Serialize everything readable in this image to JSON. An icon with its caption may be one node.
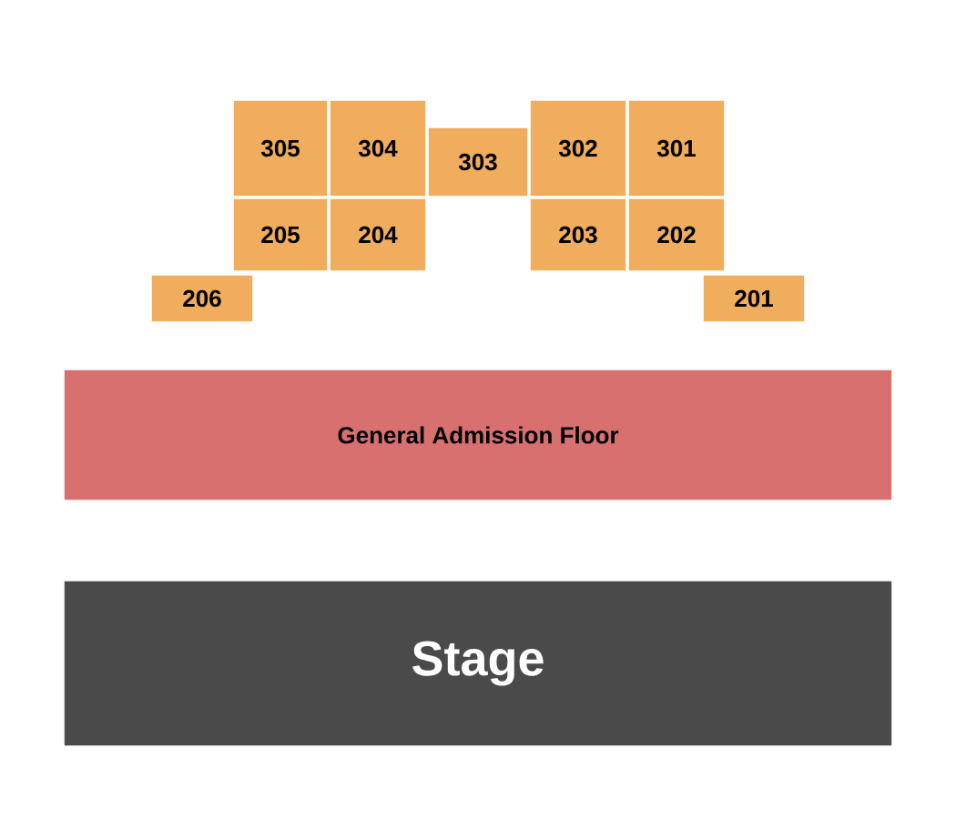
{
  "diagram": {
    "nodes": [
      {
        "text": [
          "305"
        ]
      },
      {
        "text": [
          "304"
        ]
      },
      {
        "text": [
          "303"
        ]
      },
      {
        "text": [
          "302"
        ]
      },
      {
        "text": [
          "301"
        ]
      },
      {
        "text": [
          "205"
        ]
      },
      {
        "text": [
          "204"
        ]
      },
      {
        "text": [
          "203"
        ]
      },
      {
        "text": [
          "202"
        ]
      },
      {
        "text": [
          "206"
        ]
      },
      {
        "text": [
          "201"
        ]
      },
      {
        "text": [
          "General Admission Floor"
        ]
      },
      {
        "text": [
          "Stage"
        ]
      }
    ]
  }
}
